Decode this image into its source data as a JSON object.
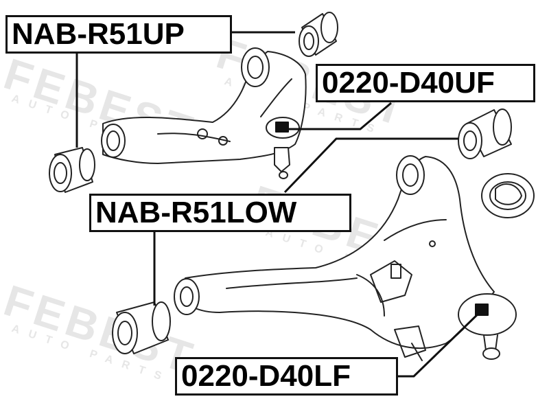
{
  "watermark": {
    "brand": "FEBEST",
    "sub": "AUTO PARTS"
  },
  "labels": {
    "upper_bushing": "NAB-R51UP",
    "upper_balljoint": "0220-D40UF",
    "lower_bushing": "NAB-R51LOW",
    "lower_balljoint": "0220-D40LF"
  }
}
